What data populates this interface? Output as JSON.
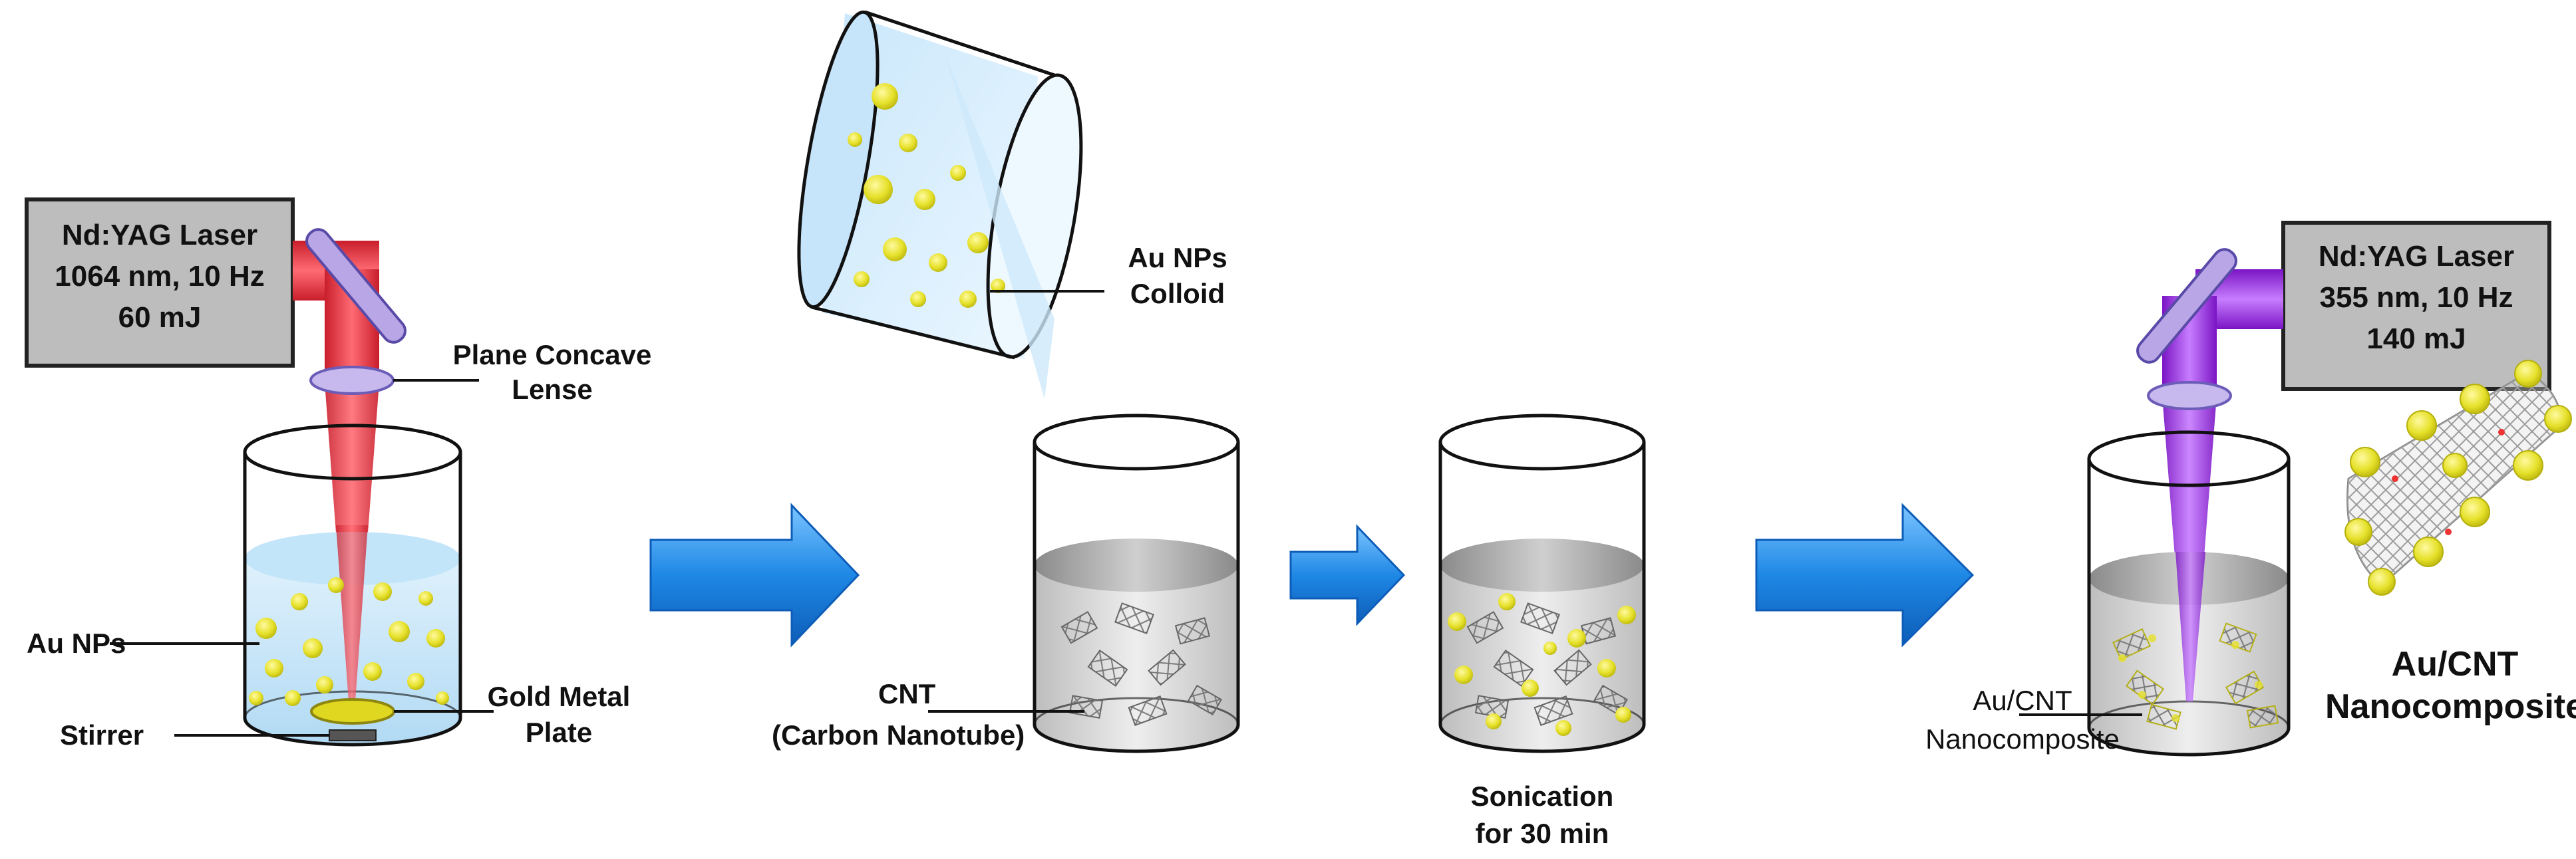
{
  "laser_left": {
    "line1": "Nd:YAG Laser",
    "line2": "1064 nm, 10 Hz",
    "line3": "60 mJ"
  },
  "laser_right": {
    "line1": "Nd:YAG Laser",
    "line2": "355 nm, 10 Hz",
    "line3": "140 mJ"
  },
  "labels": {
    "plane_lens_1": "Plane Concave",
    "plane_lens_2": "Lense",
    "au_nps": "Au NPs",
    "stirrer": "Stirrer",
    "gold_plate_1": "Gold Metal",
    "gold_plate_2": "Plate",
    "colloid_1": "Au NPs",
    "colloid_2": "Colloid",
    "cnt_1": "CNT",
    "cnt_2": "(Carbon Nanotube)",
    "sonication_1": "Sonication",
    "sonication_2": "for 30 min",
    "aucnt_small_1": "Au/CNT",
    "aucnt_small_2": "Nanocomposite",
    "aucnt_big_1": "Au/CNT",
    "aucnt_big_2": "Nanocomposite"
  },
  "colors": {
    "laser_red": "#e8343f",
    "laser_purple": "#9b2fe0",
    "arrow_blue": "#1e88e5",
    "gold_particle": "#e6e12a",
    "liquid_blue": "#cfe8f8",
    "cnt_gray": "#c9c9c9",
    "box_gray": "#bdbdbd"
  }
}
